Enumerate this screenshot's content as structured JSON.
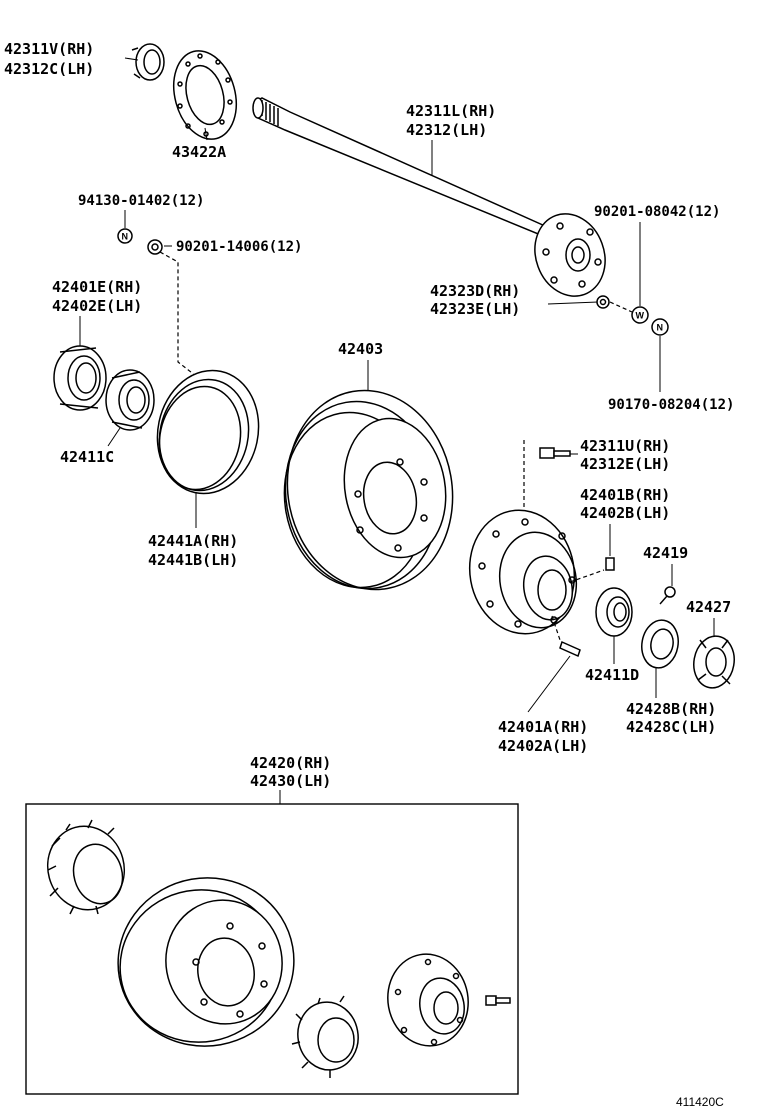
{
  "labels": {
    "l_42311V": "42311V(RH)",
    "l_42312C": "42312C(LH)",
    "l_43422A": "43422A",
    "l_42311L": "42311L(RH)",
    "l_42312": "42312(LH)",
    "l_94130": "94130-01402(12)",
    "l_90201_14006": "90201-14006(12)",
    "l_90201_08042": "90201-08042(12)",
    "l_42401E": "42401E(RH)",
    "l_42402E": "42402E(LH)",
    "l_42323D": "42323D(RH)",
    "l_42323E": "42323E(LH)",
    "l_42403": "42403",
    "l_90170": "90170-08204(12)",
    "l_42411C": "42411C",
    "l_42311U": "42311U(RH)",
    "l_42312E": "42312E(LH)",
    "l_42401B": "42401B(RH)",
    "l_42402B": "42402B(LH)",
    "l_42441A": "42441A(RH)",
    "l_42441B": "42441B(LH)",
    "l_42419": "42419",
    "l_42427": "42427",
    "l_42411D": "42411D",
    "l_42428B": "42428B(RH)",
    "l_42428C": "42428C(LH)",
    "l_42401A": "42401A(RH)",
    "l_42402A": "42402A(LH)",
    "l_42420": "42420(RH)",
    "l_42430": "42430(LH)",
    "figure_code": "411420C"
  },
  "washer_marks": {
    "n_mark": "N",
    "w_mark": "W"
  }
}
